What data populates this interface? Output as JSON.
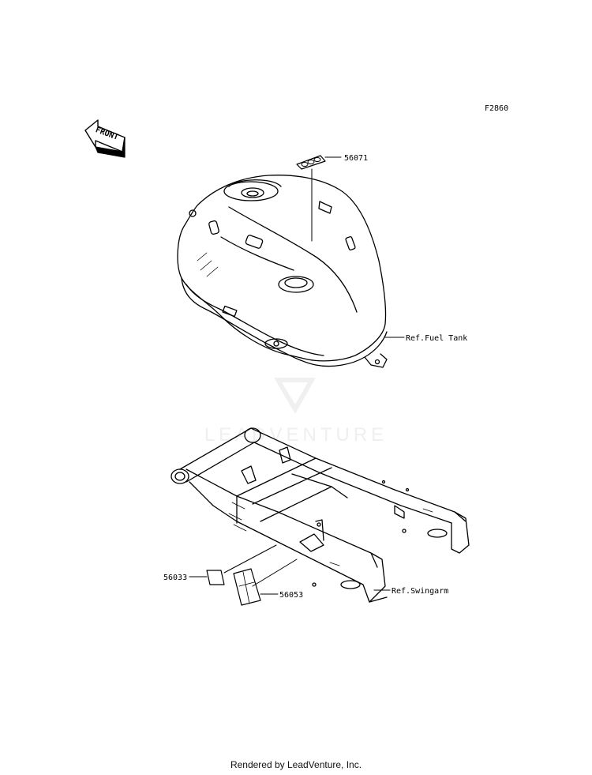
{
  "figure_code": "F2860",
  "front_arrow_text": "FRONT",
  "parts": {
    "p56071": "56071",
    "p56033": "56033",
    "p56053": "56053"
  },
  "refs": {
    "fuel_tank": "Ref.Fuel Tank",
    "swingarm": "Ref.Swingarm"
  },
  "watermark_text": "LEADVENTURE",
  "footer": "Rendered by LeadVenture, Inc."
}
